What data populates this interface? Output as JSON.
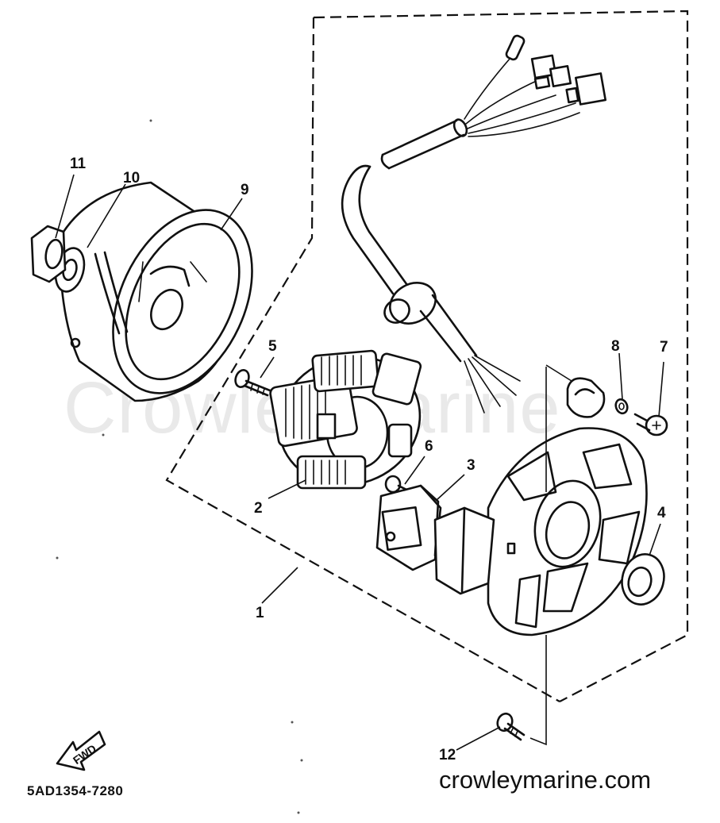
{
  "watermark": "CrowleyMarine",
  "site_url": "crowleymarine.com",
  "diagram_code": "5AD1354-7280",
  "fwd_label": "FWD",
  "callouts": {
    "c1": "1",
    "c2": "2",
    "c3": "3",
    "c4": "4",
    "c5": "5",
    "c6": "6",
    "c7": "7",
    "c8": "8",
    "c9": "9",
    "c10": "10",
    "c11": "11",
    "c12": "12"
  }
}
